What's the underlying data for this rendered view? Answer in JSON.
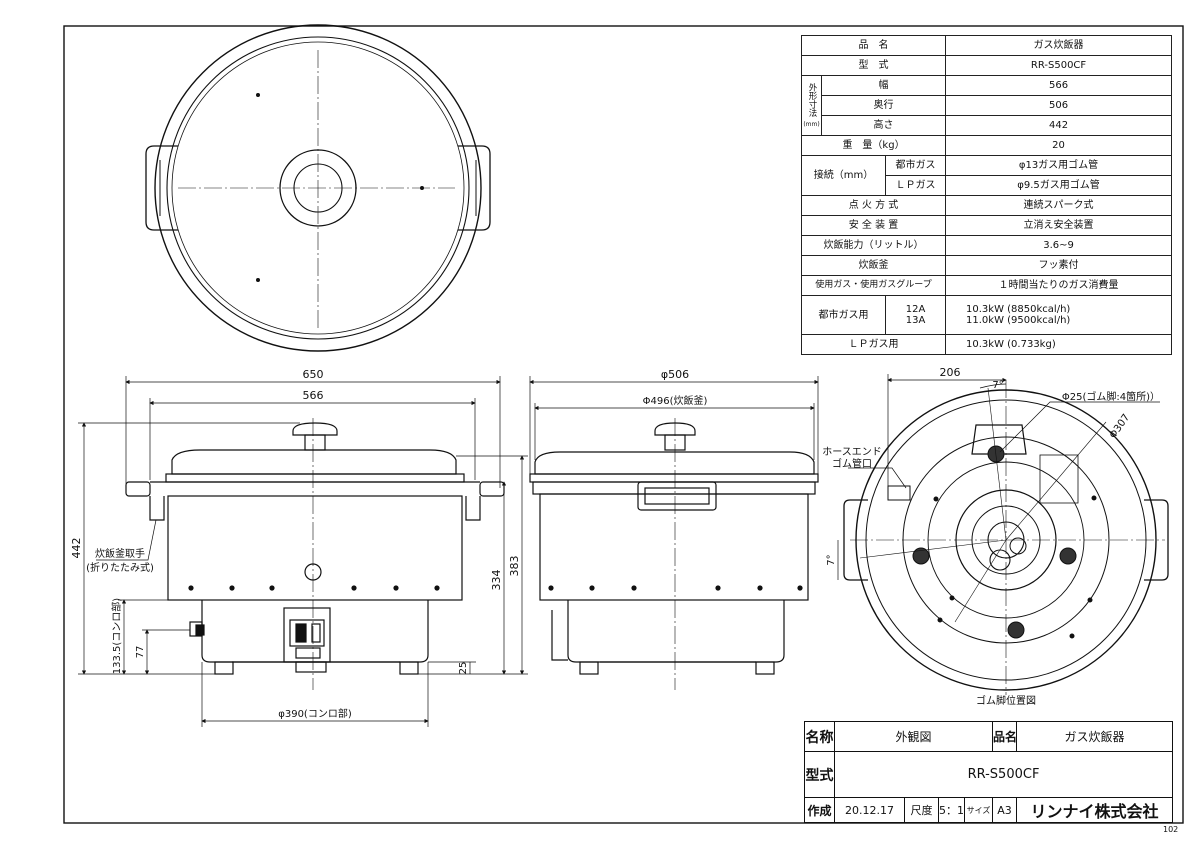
{
  "spec": {
    "rows": [
      {
        "label": "品　名",
        "value": "ガス炊飯器"
      },
      {
        "label": "型　式",
        "value": "RR-S500CF"
      }
    ],
    "dim_group": "外形寸法",
    "dim_unit": "(mm)",
    "dims": [
      {
        "label": "幅",
        "value": "566"
      },
      {
        "label": "奥行",
        "value": "506"
      },
      {
        "label": "高さ",
        "value": "442"
      }
    ],
    "weight": {
      "label": "重　量（kg）",
      "value": "20"
    },
    "connection": {
      "label": "接続（mm）",
      "city": {
        "label": "都市ガス",
        "value": "φ13ガス用ゴム管"
      },
      "lp": {
        "label": "ＬＰガス",
        "value": "φ9.5ガス用ゴム管"
      }
    },
    "rows2": [
      {
        "label": "点 火 方 式",
        "value": "連続スパーク式"
      },
      {
        "label": "安 全 装 置",
        "value": "立消え安全装置"
      },
      {
        "label": "炊飯能力（リットル）",
        "value": "3.6~9"
      },
      {
        "label": "炊飯釜",
        "value": "フッ素付"
      },
      {
        "label": "使用ガス・使用ガスグループ",
        "value": "１時間当たりのガス消費量"
      }
    ],
    "city_gas": {
      "label": "都市ガス用",
      "g1": "12A",
      "g2": "13A",
      "v1": "10.3kW (8850kcal/h)",
      "v2": "11.0kW (9500kcal/h)"
    },
    "lp_gas": {
      "label": "ＬＰガス用",
      "value": "10.3kW (0.733kg)"
    }
  },
  "dimensions": {
    "front_width_total": "650",
    "front_width_body": "566",
    "front_height_total": "442",
    "front_height_383": "383",
    "front_height_334": "334",
    "front_height_25": "25",
    "front_height_1335": "133.5(コンロ部)",
    "front_height_77": "77",
    "front_stove_dia": "φ390(コンロ部)",
    "side_dia_outer": "φ506",
    "side_dia_pot": "Φ496(炊飯釜)",
    "bottom_206": "206",
    "bottom_angle1": "7°",
    "bottom_angle2": "7°",
    "bottom_rubber": "Φ25(ゴム脚:4箇所)）",
    "bottom_307": "Φ307"
  },
  "labels": {
    "handle_note_1": "炊飯釜取手",
    "handle_note_2": "(折りたたみ式)",
    "hose_1": "ホースエンド",
    "hose_2": "ゴム管口",
    "rubber_caption": "ゴム脚位置図"
  },
  "title_block": {
    "name_h": "名称",
    "name_v": "外観図",
    "product_h": "品名",
    "product_v": "ガス炊飯器",
    "model_h": "型式",
    "model_v": "RR-S500CF",
    "made_h": "作成",
    "made_v": "20.12.17",
    "scale_h": "尺度",
    "scale_v": "5：1",
    "size_h": "サイズ",
    "size_v": "A3",
    "company": "リンナイ株式会社"
  },
  "page_number": "102"
}
